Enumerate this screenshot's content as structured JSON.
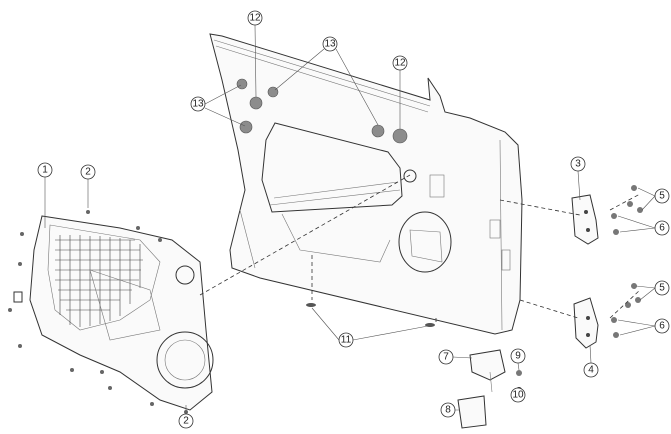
{
  "diagram": {
    "callouts": {
      "c1": "1",
      "c2a": "2",
      "c2b": "2",
      "c3": "3",
      "c4": "4",
      "c5a": "5",
      "c5b": "5",
      "c6a": "6",
      "c6b": "6",
      "c7": "7",
      "c8": "8",
      "c9": "9",
      "c10": "10",
      "c11": "11",
      "c12a": "12",
      "c12b": "12",
      "c13a": "13",
      "c13b": "13"
    }
  }
}
